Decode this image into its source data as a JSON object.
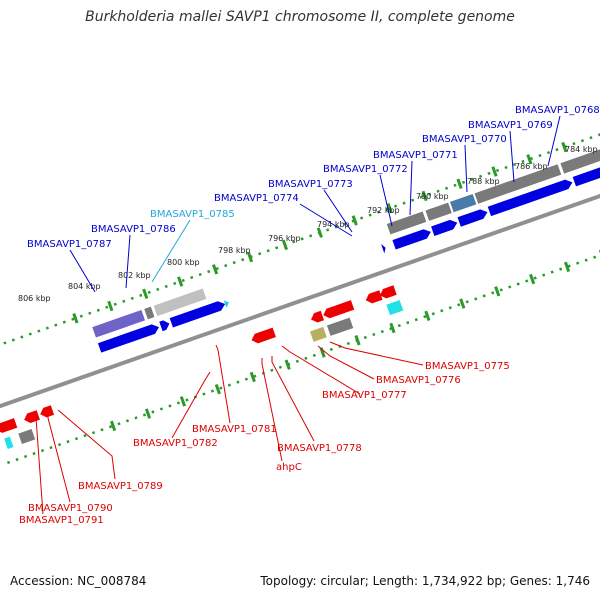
{
  "title": "Burkholderia mallei SAVP1 chromosome II, complete genome",
  "footer": {
    "accession": "Accession: NC_008784",
    "summary": "Topology: circular; Length: 1,734,922 bp; Genes: 1,746"
  },
  "ticks": [
    "806 kbp",
    "804 kbp",
    "802 kbp",
    "800 kbp",
    "798 kbp",
    "796 kbp",
    "794 kbp",
    "792 kbp",
    "790 kbp",
    "788 kbp",
    "786 kbp",
    "784 kbp"
  ],
  "labels_forward": [
    {
      "name": "BMASAVP1_0787",
      "color": "#0000cc"
    },
    {
      "name": "BMASAVP1_0786",
      "color": "#0000cc"
    },
    {
      "name": "BMASAVP1_0785",
      "color": "#22a8d8"
    },
    {
      "name": "BMASAVP1_0774",
      "color": "#0000cc"
    },
    {
      "name": "BMASAVP1_0773",
      "color": "#0000cc"
    },
    {
      "name": "BMASAVP1_0772",
      "color": "#0000cc"
    },
    {
      "name": "BMASAVP1_0771",
      "color": "#0000cc"
    },
    {
      "name": "BMASAVP1_0770",
      "color": "#0000cc"
    },
    {
      "name": "BMASAVP1_0769",
      "color": "#0000cc"
    },
    {
      "name": "BMASAVP1_0768",
      "color": "#0000cc"
    }
  ],
  "labels_reverse": [
    {
      "name": "BMASAVP1_0775",
      "color": "#dd0000"
    },
    {
      "name": "BMASAVP1_0776",
      "color": "#dd0000"
    },
    {
      "name": "BMASAVP1_0777",
      "color": "#dd0000"
    },
    {
      "name": "BMASAVP1_0778",
      "color": "#dd0000"
    },
    {
      "name": "ahpC",
      "color": "#dd0000"
    },
    {
      "name": "BMASAVP1_0781",
      "color": "#dd0000"
    },
    {
      "name": "BMASAVP1_0782",
      "color": "#dd0000"
    },
    {
      "name": "BMASAVP1_0789",
      "color": "#dd0000"
    },
    {
      "name": "BMASAVP1_0790",
      "color": "#dd0000"
    },
    {
      "name": "BMASAVP1_0791",
      "color": "#dd0000"
    }
  ],
  "colors": {
    "forward_cds": "#0000e0",
    "reverse_cds": "#ee0000",
    "backbone": "#8c8c8c",
    "dots": "#2a9a2a",
    "gray_feature": "#7a7a7a",
    "cyan_feature": "#22e0e8",
    "purple_feature": "#6f63c8",
    "olive_feature": "#b8b060"
  }
}
